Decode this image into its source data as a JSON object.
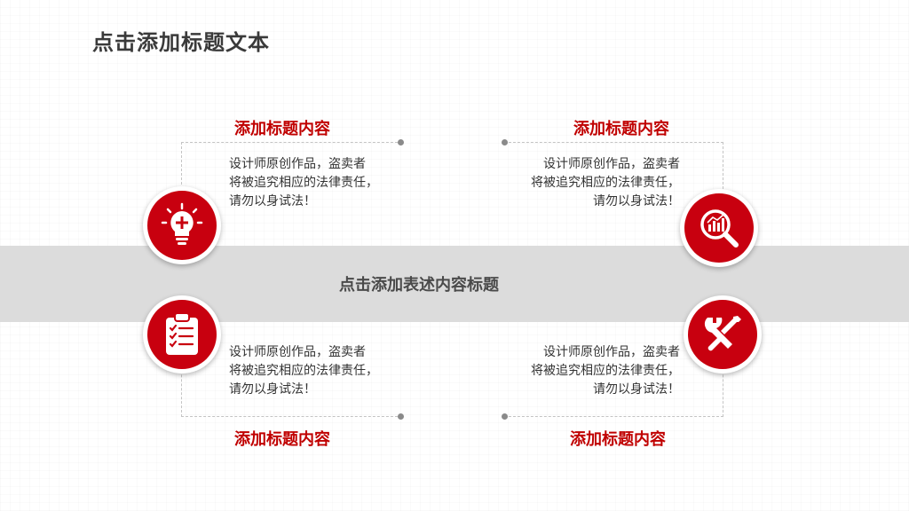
{
  "title": "点击添加标题文本",
  "band_text": "点击添加表述内容标题",
  "blocks": [
    {
      "heading": "添加标题内容",
      "lines": [
        "设计师原创作品，盗卖者",
        "将被追究相应的法律责任，",
        "请勿以身试法！"
      ],
      "icon": "lightbulb-plus-icon"
    },
    {
      "heading": "添加标题内容",
      "lines": [
        "设计师原创作品，盗卖者",
        "将被追究相应的法律责任，",
        "请勿以身试法！"
      ],
      "icon": "chart-magnifier-icon"
    },
    {
      "heading": "添加标题内容",
      "lines": [
        "设计师原创作品，盗卖者",
        "将被追究相应的法律责任，",
        "请勿以身试法！"
      ],
      "icon": "clipboard-checklist-icon"
    },
    {
      "heading": "添加标题内容",
      "lines": [
        "设计师原创作品，盗卖者",
        "将被追究相应的法律责任，",
        "请勿以身试法！"
      ],
      "icon": "wrench-screwdriver-icon"
    }
  ],
  "colors": {
    "accent": "#c8000f",
    "band": "#dcdcdc",
    "heading": "#c00000",
    "title": "#3a3a3a"
  }
}
